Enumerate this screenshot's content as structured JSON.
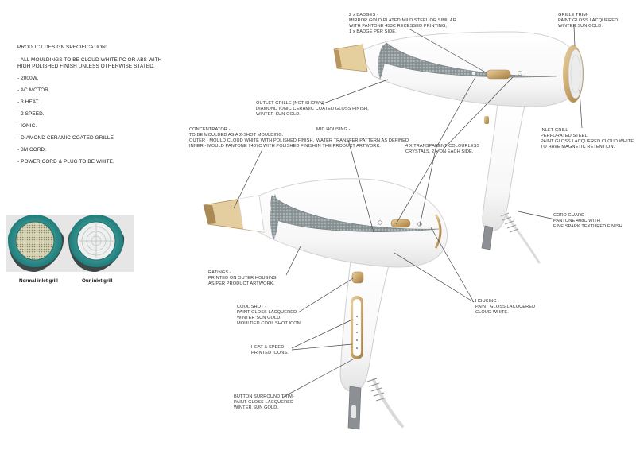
{
  "spec": {
    "title": "PRODUCT DESIGN SPECIFICATION:",
    "items": [
      "- ALL MOULDINGS TO BE CLOUD WHITE PC OR ABS WITH\nHIGH POLISHED FINISH UNLESS OTHERWISE STATED.",
      "- 2000W.",
      "- AC MOTOR.",
      "- 3 HEAT.",
      "- 2 SPEED.",
      "- IONIC.",
      "- DIAMOND CERAMIC COATED GRILLE.",
      "- 3M CORD.",
      "- POWER CORD & PLUG TO BE WHITE."
    ]
  },
  "comparison": {
    "left_caption": "Normal inlet grill",
    "right_caption": "Our inlet grill"
  },
  "annotations": {
    "badges": "2 x BADGES -\nMIRROR GOLD PLATED MILD STEEL OR SIMILAR\nWITH PANTONE 453C RECESSED PRINTING,\n1 x BADGE PER SIDE.",
    "grille_trim": "GRILLE TRIM-\nPAINT GLOSS LACQUERED\nWINTER SUN GOLD.",
    "outlet_grille": "OUTLET GRILLE (NOT SHOWN) -\nDIAMOND IONIC CERAMIC COATED GLOSS FINISH,\nWINTER SUN GOLD.",
    "concentrator": "CONCENTRATOR -\nTO BE MOULDED AS A 2-SHOT MOULDING.\nOUTER - MOULD CLOUD WHITE WITH POLISHED FINISH,\nINNER - MOULD PANTONE 7407C WITH POLISHED FINISH.",
    "mid_housing": "MID HOUSING -\n\nWATER TRANSFER PATTERN AS DEFINED\nIN THE PRODUCT ARTWORK.",
    "crystals": "4 X TRANSPARENT COLOURLESS\nCRYSTALS, 2 x ON EACH SIDE.",
    "inlet_grill": "INLET GRILL -\nPERFORATED STEEL,\nPAINT GLOSS LACQUERED CLOUD WHITE,\nTO HAVE MAGNETIC RETENTION.",
    "cord_guard": "CORD GUARD-\nPANTONE 408C WITH\nFINE SPARK TEXTURED FINISH.",
    "ratings": "RATINGS -\nPRINTED ON OUTER HOUSING,\nAS PER PRODUCT ARTWORK.",
    "housing": "HOUSING -\nPAINT GLOSS LACQUERED\nCLOUD WHITE.",
    "cool_shot": "COOL SHOT -\nPAINT GLOSS LACQUERED\nWINTER SUN GOLD.\nMOULDED COOL SHOT ICON.",
    "heat_speed": "HEAT & SPEED -\nPRINTED ICONS.",
    "button_trim": "BUTTON SURROUND TRIM-\nPAINT GLOSS LACQUERED\nWINTER SUN GOLD."
  },
  "colors": {
    "gold": "#c9a56a",
    "pearl": "#9aa3a6",
    "teal": "#2f9a98",
    "body": "#ffffff",
    "outline": "#cfcfcf"
  }
}
